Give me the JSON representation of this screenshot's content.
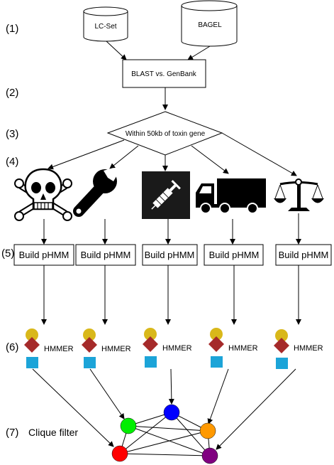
{
  "steps": [
    "(1)",
    "(2)",
    "(3)",
    "(4)",
    "(5)",
    "(6)",
    "(7)"
  ],
  "databases": {
    "lc_set": "LC-Set",
    "bagel": "BAGEL"
  },
  "blast_box": "BLAST vs. GenBank",
  "decision": "Within 50kb of toxin gene",
  "categories": [
    {
      "icon": "skull-crossbones-icon"
    },
    {
      "icon": "wrench-icon"
    },
    {
      "icon": "syringe-icon"
    },
    {
      "icon": "truck-icon"
    },
    {
      "icon": "scales-icon"
    }
  ],
  "pipeline": {
    "build_label": "Build pHMM",
    "hmmer_label": "HMMER"
  },
  "clique": {
    "label": "Clique filter",
    "node_colors": [
      "#ff0000",
      "#00ee00",
      "#0000ff",
      "#ff9900",
      "#800080"
    ]
  },
  "hmm_colors": {
    "circle": "#d9b81a",
    "diamond": "#a52a2a",
    "square": "#1ca4d8"
  }
}
